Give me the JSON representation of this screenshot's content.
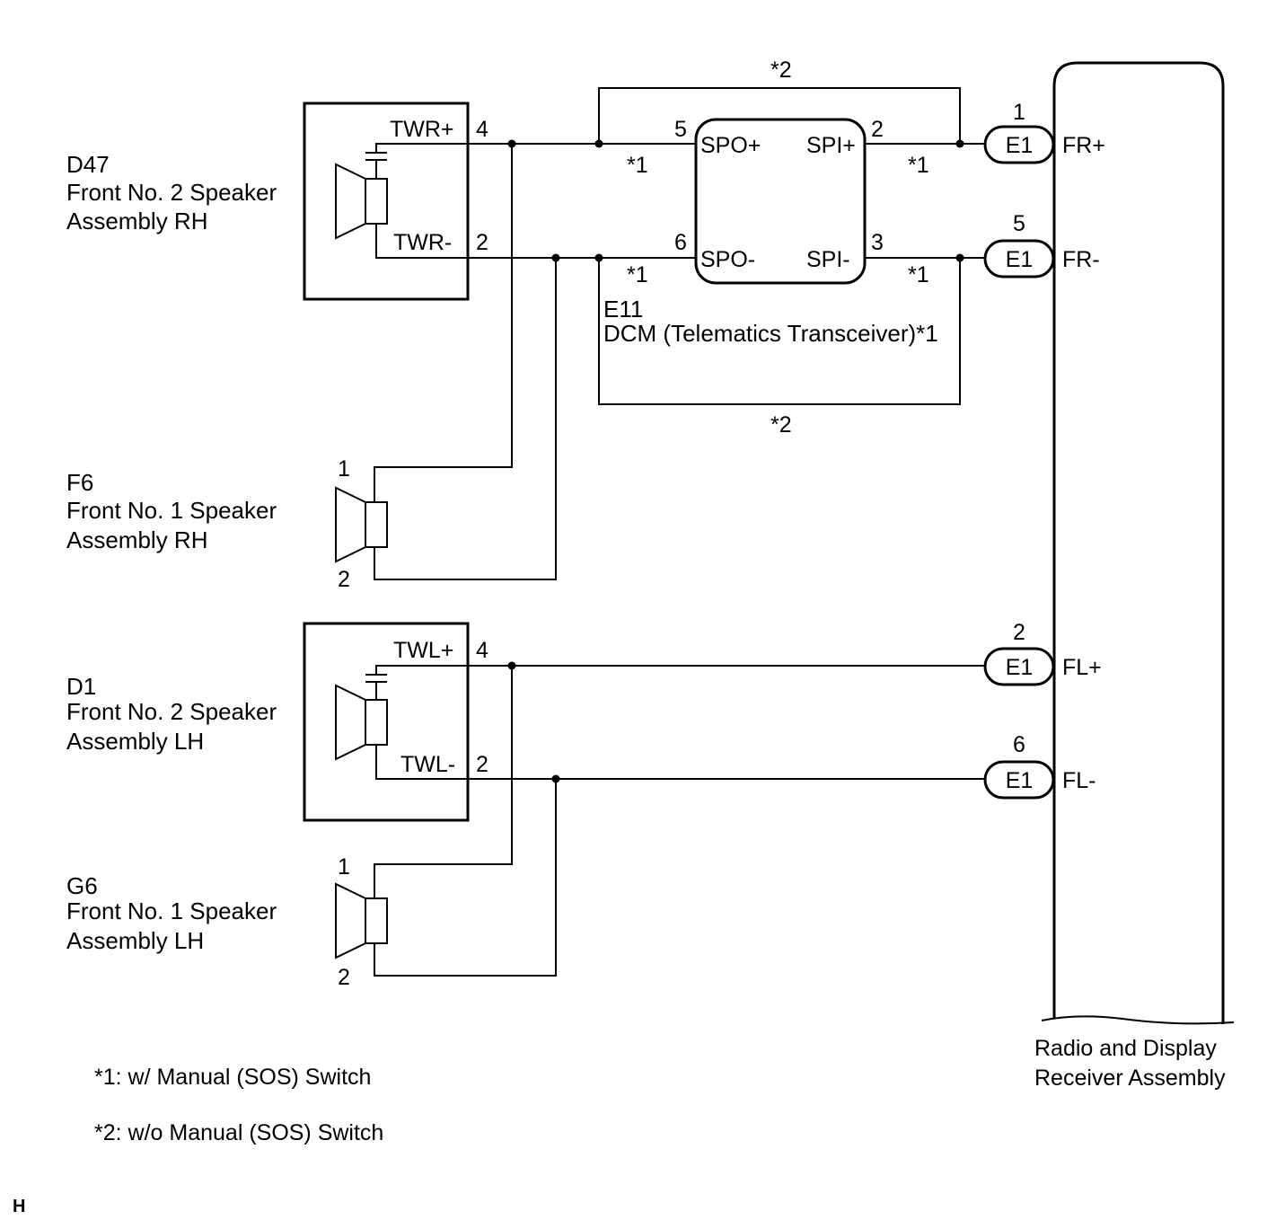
{
  "components": {
    "d47": {
      "code": "D47",
      "line1": "Front No. 2 Speaker",
      "line2": "Assembly RH",
      "pos_label": "TWR+",
      "neg_label": "TWR-",
      "pos_pin": "4",
      "neg_pin": "2"
    },
    "f6": {
      "code": "F6",
      "line1": "Front No. 1 Speaker",
      "line2": "Assembly RH",
      "pos_pin": "1",
      "neg_pin": "2"
    },
    "d1": {
      "code": "D1",
      "line1": "Front No. 2 Speaker",
      "line2": "Assembly LH",
      "pos_label": "TWL+",
      "neg_label": "TWL-",
      "pos_pin": "4",
      "neg_pin": "2"
    },
    "g6": {
      "code": "G6",
      "line1": "Front No. 1 Speaker",
      "line2": "Assembly LH",
      "pos_pin": "1",
      "neg_pin": "2"
    },
    "e11": {
      "code": "E11",
      "name": "DCM (Telematics Transceiver)*1",
      "spo_pos": "SPO+",
      "spo_neg": "SPO-",
      "spi_pos": "SPI+",
      "spi_neg": "SPI-",
      "pin_spo_pos": "5",
      "pin_spo_neg": "6",
      "pin_spi_pos": "2",
      "pin_spi_neg": "3"
    },
    "receiver": {
      "line1": "Radio and Display",
      "line2": "Receiver Assembly"
    }
  },
  "connectors": [
    {
      "name": "E1",
      "pin": "1",
      "signal": "FR+"
    },
    {
      "name": "E1",
      "pin": "5",
      "signal": "FR-"
    },
    {
      "name": "E1",
      "pin": "2",
      "signal": "FL+"
    },
    {
      "name": "E1",
      "pin": "6",
      "signal": "FL-"
    }
  ],
  "marks": {
    "star1": "*1",
    "star2": "*2"
  },
  "notes": {
    "note1": "*1: w/ Manual (SOS) Switch",
    "note2": "*2: w/o Manual (SOS) Switch"
  },
  "footer": "H"
}
